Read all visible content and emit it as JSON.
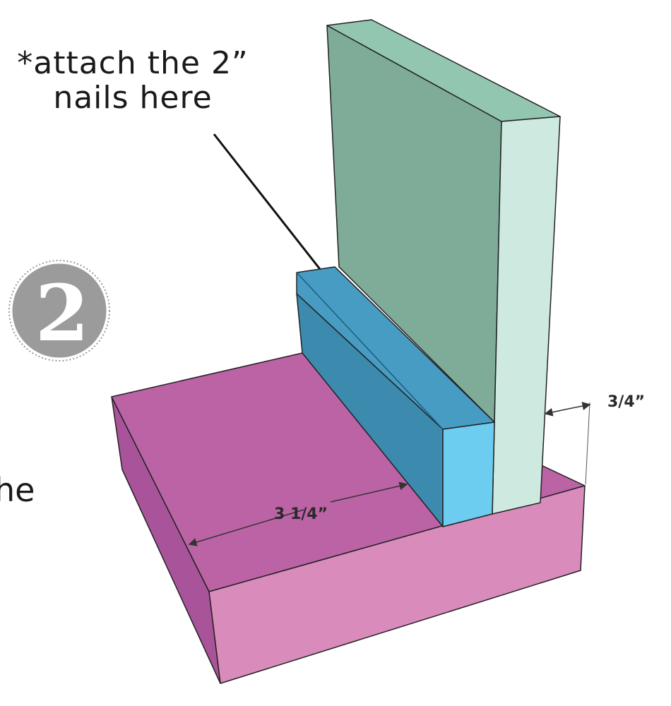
{
  "callout": {
    "line1": "*attach the 2”",
    "line2": "nails here"
  },
  "step_badge": {
    "number": "2"
  },
  "cropped_text": "he",
  "dimensions": {
    "base_depth": "3 1/4”",
    "board_thickness": "3/4”"
  },
  "colors": {
    "base_top": "#bb63a5",
    "base_front": "#d98bbc",
    "base_side": "#a9549a",
    "strip_top": "#479cc4",
    "strip_side": "#3c8aae",
    "strip_end": "#6ccdf1",
    "panel_face": "#7eac99",
    "panel_top": "#93c6b0",
    "panel_edge": "#cee9e0",
    "badge": "#9b9b9b"
  }
}
